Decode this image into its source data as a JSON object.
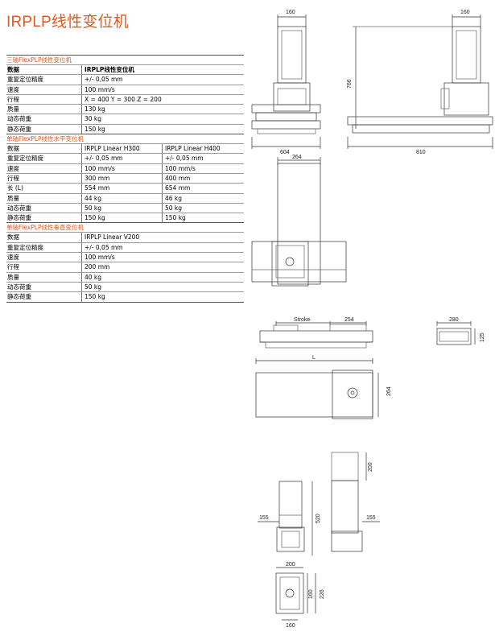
{
  "title": "IRPLP线性变位机",
  "sections": [
    {
      "title": "三轴FlexPLP线性变位机",
      "columns": 1,
      "rows": [
        {
          "k": "数据",
          "v": [
            "IRPLP线性变位机"
          ],
          "hdr": true
        },
        {
          "k": "重复定位精度",
          "v": [
            "+/- 0,05 mm"
          ]
        },
        {
          "k": "速度",
          "v": [
            "100 mm/s"
          ]
        },
        {
          "k": "行程",
          "v": [
            "X = 400 Y = 300 Z = 200"
          ]
        },
        {
          "k": "质量",
          "v": [
            "130 kg"
          ]
        },
        {
          "k": "动态荷重",
          "v": [
            "30 kg"
          ]
        },
        {
          "k": "静态荷重",
          "v": [
            "150 kg"
          ]
        }
      ]
    },
    {
      "title": "单轴FlexPLP线性水平变位机",
      "columns": 2,
      "rows": [
        {
          "k": "数据",
          "v": [
            "IRPLP Linear H300",
            "IRPLP Linear H400"
          ]
        },
        {
          "k": "重复定位精度",
          "v": [
            "+/- 0,05 mm",
            "+/- 0,05 mm"
          ]
        },
        {
          "k": "速度",
          "v": [
            "100 mm/s",
            "100 mm/s"
          ]
        },
        {
          "k": "行程",
          "v": [
            "300 mm",
            "400 mm"
          ]
        },
        {
          "k": "长 (L)",
          "v": [
            "554 mm",
            "654 mm"
          ]
        },
        {
          "k": "质量",
          "v": [
            "44 kg",
            "46 kg"
          ]
        },
        {
          "k": "动态荷重",
          "v": [
            "50 kg",
            "50 kg"
          ]
        },
        {
          "k": "静态荷重",
          "v": [
            "150 kg",
            "150 kg"
          ]
        }
      ]
    },
    {
      "title": "单轴FlexPLP线性垂直变位机",
      "columns": 1,
      "rows": [
        {
          "k": "数据",
          "v": [
            "IRPLP Linear V200"
          ]
        },
        {
          "k": "重复定位精度",
          "v": [
            "+/- 0,05 mm"
          ]
        },
        {
          "k": "速度",
          "v": [
            "100 mm/s"
          ]
        },
        {
          "k": "行程",
          "v": [
            "200 mm"
          ]
        },
        {
          "k": "质量",
          "v": [
            "40 kg"
          ]
        },
        {
          "k": "动态荷重",
          "v": [
            "50 kg"
          ]
        },
        {
          "k": "静态荷重",
          "v": [
            "150 kg"
          ]
        }
      ]
    }
  ],
  "drawings": {
    "d1": {
      "top_width": "160",
      "base_width": "604"
    },
    "d2": {
      "top_width": "160",
      "height": "766",
      "base_width": "810"
    },
    "d3": {
      "width": "264"
    },
    "d4": {
      "stroke": "Stroke",
      "carriage": "254",
      "length": "L",
      "depth": "264"
    },
    "d5": {
      "width": "280",
      "height": "125"
    },
    "d6": {
      "side": "155",
      "height": "520",
      "base": "200",
      "inner": "160",
      "outer": "226",
      "bottom": "160"
    },
    "d7": {
      "stroke": "200",
      "side": "155"
    }
  }
}
